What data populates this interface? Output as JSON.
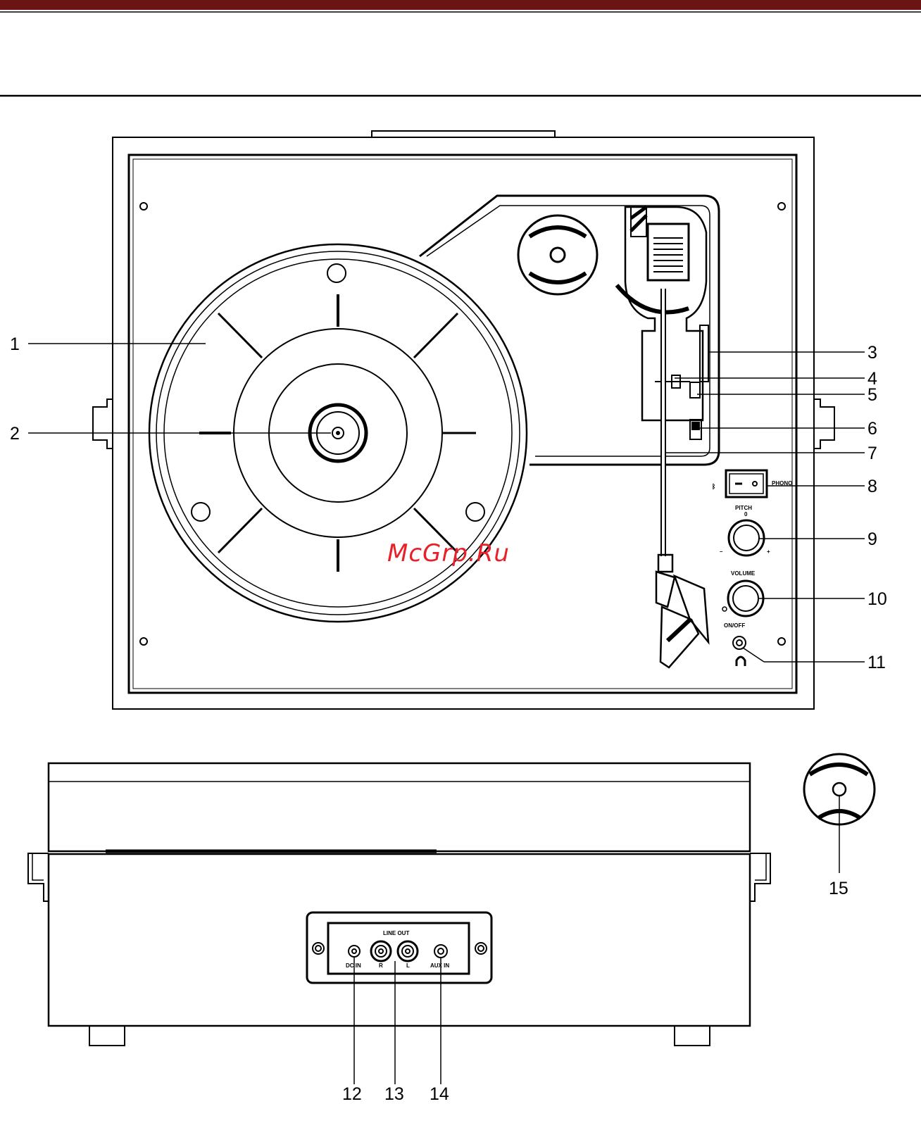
{
  "header": {
    "bar_color": "#6b1414",
    "rule_color": "#000000"
  },
  "callouts": {
    "c1": "1",
    "c2": "2",
    "c3": "3",
    "c4": "4",
    "c5": "5",
    "c6": "6",
    "c7": "7",
    "c8": "8",
    "c9": "9",
    "c10": "10",
    "c11": "11",
    "c12": "12",
    "c13": "13",
    "c14": "14",
    "c15": "15"
  },
  "panel_text": {
    "phono": "PHONO",
    "pitch": "PITCH",
    "pitch_zero": "0",
    "pitch_minus": "–",
    "pitch_plus": "+",
    "volume": "VOLUME",
    "on_off": "ON/OFF",
    "bluetooth_icon": "bluetooth-icon",
    "headphone_icon": "headphone-icon"
  },
  "rear_panel": {
    "line_out": "LINE OUT",
    "dc_in": "DC IN",
    "r": "R",
    "l": "L",
    "aux_in": "AUX IN"
  },
  "watermark": {
    "text": "McGrp.Ru",
    "color": "#e8202a"
  }
}
